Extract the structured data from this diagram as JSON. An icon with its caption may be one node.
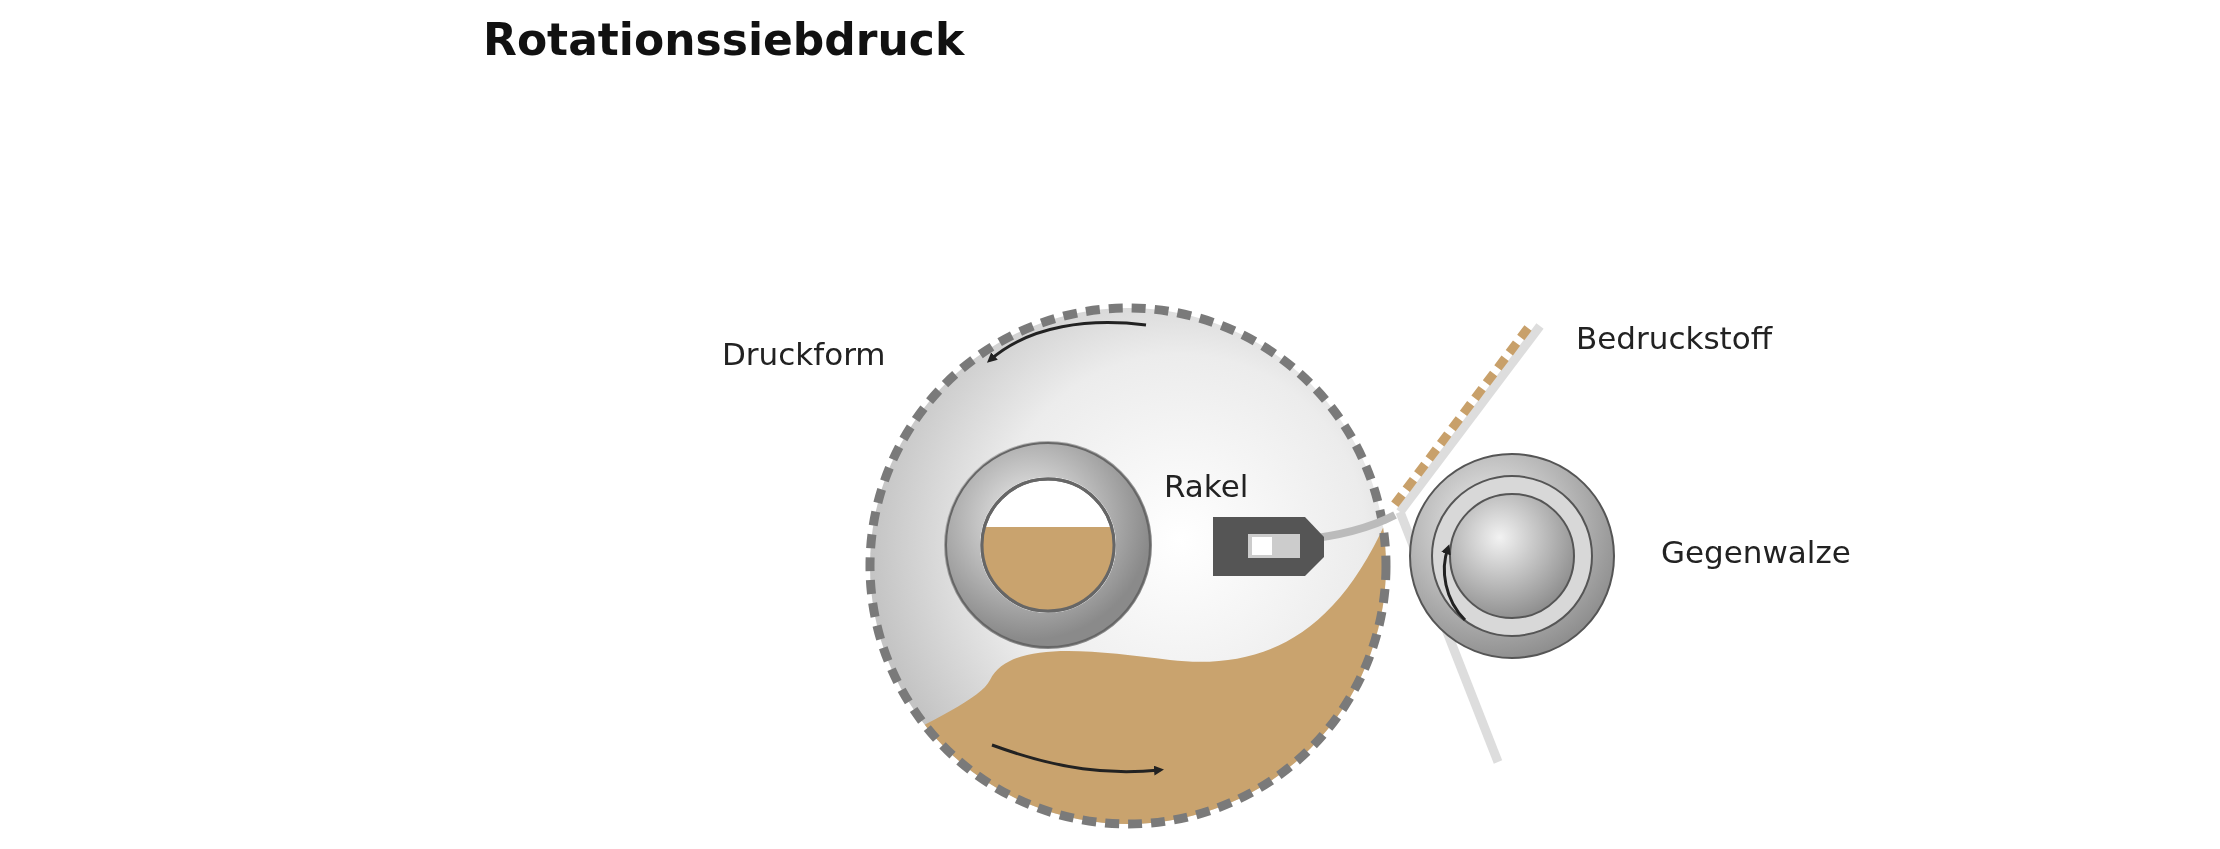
{
  "diagram": {
    "title": "Rotationssiebdruck",
    "labels": [
      "Druckform",
      "Rakel",
      "Bedruckstoff",
      "Gegenwalze"
    ]
  }
}
